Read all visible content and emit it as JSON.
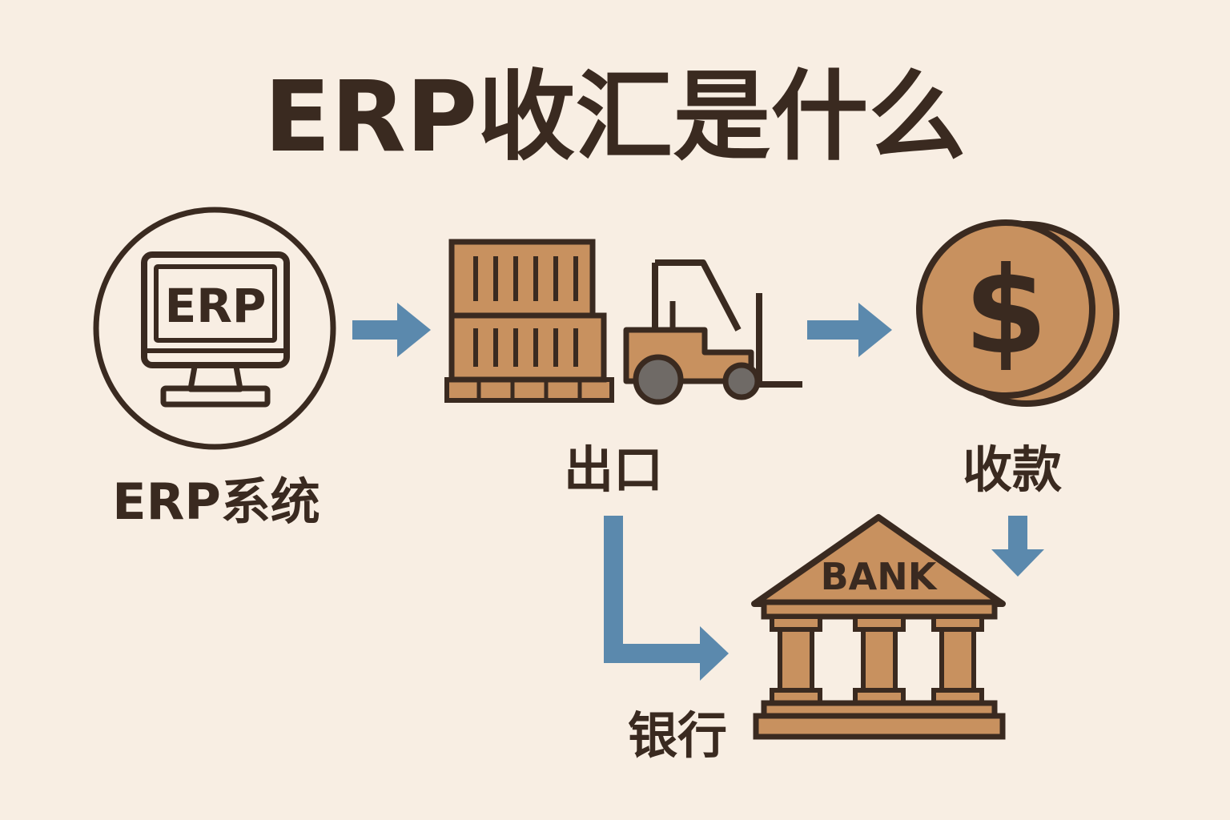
{
  "title": "ERP收汇是什么",
  "nodes": {
    "erp": {
      "label": "ERP系统",
      "screen_text": "ERP",
      "icon": "computer-icon"
    },
    "export": {
      "label": "出口",
      "icon": "cargo-forklift-icon"
    },
    "payment": {
      "label": "收款",
      "symbol": "$",
      "icon": "coin-icon"
    },
    "bank": {
      "label": "银行",
      "sign_text": "BANK",
      "icon": "bank-icon"
    }
  },
  "colors": {
    "background": "#f8eee3",
    "ink": "#3a2a20",
    "fill": "#c8915f",
    "arrow": "#5b89ad",
    "wheel": "#6f6a66"
  }
}
